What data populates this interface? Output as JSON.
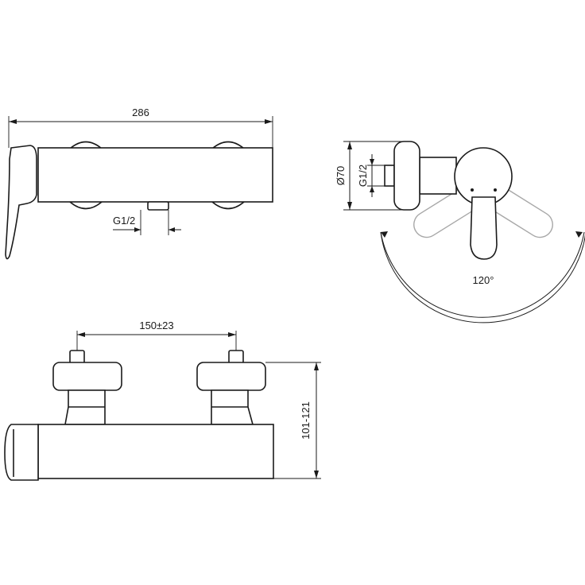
{
  "dimensions": {
    "overall_length": "286",
    "inlet_thread_side": "G1/2",
    "rosette_diameter": "Ø70",
    "inlet_thread_profile": "G1/2",
    "lever_rotation": "120°",
    "inlet_spacing": "150±23",
    "wall_projection": "101-121"
  },
  "colors": {
    "line": "#1a1a1a",
    "hidden": "#a8a8a8",
    "background": "#ffffff"
  }
}
